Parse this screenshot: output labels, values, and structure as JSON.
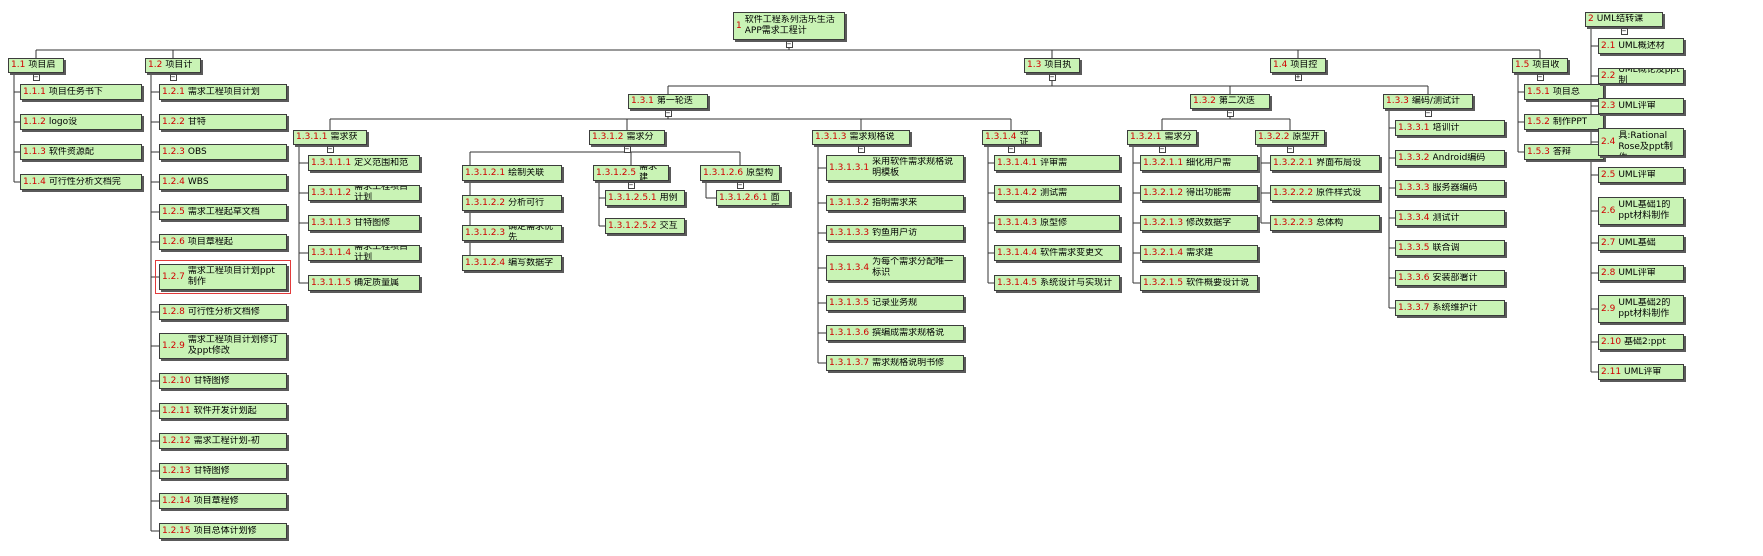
{
  "toggles": {
    "minus": "−",
    "plus": "+"
  },
  "root": {
    "num": "1",
    "label": "软件工程系列活乐生活APP需求工程计"
  },
  "top": {
    "p11": {
      "num": "1.1",
      "label": "项目启"
    },
    "p12": {
      "num": "1.2",
      "label": "项目计"
    },
    "p13": {
      "num": "1.3",
      "label": "项目执"
    },
    "p14": {
      "num": "1.4",
      "label": "项目控"
    },
    "p15": {
      "num": "1.5",
      "label": "项目收"
    }
  },
  "c11": [
    {
      "num": "1.1.1",
      "label": "项目任务书下"
    },
    {
      "num": "1.1.2",
      "label": "logo设"
    },
    {
      "num": "1.1.3",
      "label": "软件资源配"
    },
    {
      "num": "1.1.4",
      "label": "可行性分析文档完"
    }
  ],
  "c12": [
    {
      "num": "1.2.1",
      "label": "需求工程项目计划"
    },
    {
      "num": "1.2.2",
      "label": "甘特"
    },
    {
      "num": "1.2.3",
      "label": "OBS"
    },
    {
      "num": "1.2.4",
      "label": "WBS"
    },
    {
      "num": "1.2.5",
      "label": "需求工程起草文档"
    },
    {
      "num": "1.2.6",
      "label": "项目章程起"
    },
    {
      "num": "1.2.7",
      "label": "需求工程项目计划ppt制作"
    },
    {
      "num": "1.2.8",
      "label": "可行性分析文档修"
    },
    {
      "num": "1.2.9",
      "label": "需求工程项目计划修订及ppt修改"
    },
    {
      "num": "1.2.10",
      "label": "甘特图修"
    },
    {
      "num": "1.2.11",
      "label": "软件开发计划起"
    },
    {
      "num": "1.2.12",
      "label": "需求工程计划-初"
    },
    {
      "num": "1.2.13",
      "label": "甘特图修"
    },
    {
      "num": "1.2.14",
      "label": "项目章程修"
    },
    {
      "num": "1.2.15",
      "label": "项目总体计划修"
    }
  ],
  "n131": {
    "num": "1.3.1",
    "label": "第一轮迭"
  },
  "n132": {
    "num": "1.3.2",
    "label": "第二次迭"
  },
  "n133": {
    "num": "1.3.3",
    "label": "编码/测试计"
  },
  "n1311": {
    "num": "1.3.1.1",
    "label": "需求获"
  },
  "n1312": {
    "num": "1.3.1.2",
    "label": "需求分"
  },
  "n1313": {
    "num": "1.3.1.3",
    "label": "需求规格说"
  },
  "n1314": {
    "num": "1.3.1.4",
    "label": "验证"
  },
  "c1311": [
    {
      "num": "1.3.1.1.1",
      "label": "定义范围和范"
    },
    {
      "num": "1.3.1.1.2",
      "label": "需求工程项目计划"
    },
    {
      "num": "1.3.1.1.3",
      "label": "甘特图修"
    },
    {
      "num": "1.3.1.1.4",
      "label": "需求工程项目计划"
    },
    {
      "num": "1.3.1.1.5",
      "label": "确定质量属"
    }
  ],
  "c1312": [
    {
      "num": "1.3.1.2.1",
      "label": "绘制关联"
    },
    {
      "num": "1.3.1.2.2",
      "label": "分析可行"
    },
    {
      "num": "1.3.1.2.3",
      "label": "确定需求优先"
    },
    {
      "num": "1.3.1.2.4",
      "label": "编写数据字"
    }
  ],
  "n13125": {
    "num": "1.3.1.2.5",
    "label": "需求建"
  },
  "c13125": [
    {
      "num": "1.3.1.2.5.1",
      "label": "用例"
    },
    {
      "num": "1.3.1.2.5.2",
      "label": "交互"
    }
  ],
  "n13126": {
    "num": "1.3.1.2.6",
    "label": "原型构"
  },
  "c13126": [
    {
      "num": "1.3.1.2.6.1",
      "label": "界面原"
    }
  ],
  "c1313": [
    {
      "num": "1.3.1.3.1",
      "label": "采用软件需求规格说明模板"
    },
    {
      "num": "1.3.1.3.2",
      "label": "指明需求来"
    },
    {
      "num": "1.3.1.3.3",
      "label": "钓鱼用户访"
    },
    {
      "num": "1.3.1.3.4",
      "label": "为每个需求分配唯一标识"
    },
    {
      "num": "1.3.1.3.5",
      "label": "记录业务规"
    },
    {
      "num": "1.3.1.3.6",
      "label": "撰编成需求规格说"
    },
    {
      "num": "1.3.1.3.7",
      "label": "需求规格说明书修"
    }
  ],
  "c1314": [
    {
      "num": "1.3.1.4.1",
      "label": "评审需"
    },
    {
      "num": "1.3.1.4.2",
      "label": "测试需"
    },
    {
      "num": "1.3.1.4.3",
      "label": "原型修"
    },
    {
      "num": "1.3.1.4.4",
      "label": "软件需求变更文"
    },
    {
      "num": "1.3.1.4.5",
      "label": "系统设计与实现计"
    }
  ],
  "n1321": {
    "num": "1.3.2.1",
    "label": "需求分"
  },
  "n1322": {
    "num": "1.3.2.2",
    "label": "原型开"
  },
  "c1321": [
    {
      "num": "1.3.2.1.1",
      "label": "细化用户需"
    },
    {
      "num": "1.3.2.1.2",
      "label": "得出功能需"
    },
    {
      "num": "1.3.2.1.3",
      "label": "修改数据字"
    },
    {
      "num": "1.3.2.1.4",
      "label": "需求建"
    },
    {
      "num": "1.3.2.1.5",
      "label": "软件概要设计说"
    }
  ],
  "c1322": [
    {
      "num": "1.3.2.2.1",
      "label": "界面布局设"
    },
    {
      "num": "1.3.2.2.2",
      "label": "原件样式设"
    },
    {
      "num": "1.3.2.2.3",
      "label": "总体构"
    }
  ],
  "c133": [
    {
      "num": "1.3.3.1",
      "label": "培训计"
    },
    {
      "num": "1.3.3.2",
      "label": "Android编码"
    },
    {
      "num": "1.3.3.3",
      "label": "服务器编码"
    },
    {
      "num": "1.3.3.4",
      "label": "测试计"
    },
    {
      "num": "1.3.3.5",
      "label": "联合调"
    },
    {
      "num": "1.3.3.6",
      "label": "安装部署计"
    },
    {
      "num": "1.3.3.7",
      "label": "系统维护计"
    }
  ],
  "c15": [
    {
      "num": "1.5.1",
      "label": "项目总"
    },
    {
      "num": "1.5.2",
      "label": "制作PPT"
    },
    {
      "num": "1.5.3",
      "label": "答辩"
    }
  ],
  "uml": {
    "num": "2",
    "label": "UML结转课"
  },
  "c2": [
    {
      "num": "2.1",
      "label": "UML概述材"
    },
    {
      "num": "2.2",
      "label": "UML概论及ppt制"
    },
    {
      "num": "2.3",
      "label": "UML评审"
    },
    {
      "num": "2.4",
      "label": "UML工具:Rational Rose及ppt制作"
    },
    {
      "num": "2.5",
      "label": "UML评审"
    },
    {
      "num": "2.6",
      "label": "UML基础1的ppt材料制作"
    },
    {
      "num": "2.7",
      "label": "UML基础"
    },
    {
      "num": "2.8",
      "label": "UML评审"
    },
    {
      "num": "2.9",
      "label": "UML基础2的ppt材料制作"
    },
    {
      "num": "2.10",
      "label": "基础2:ppt"
    },
    {
      "num": "2.11",
      "label": "UML评审"
    }
  ]
}
